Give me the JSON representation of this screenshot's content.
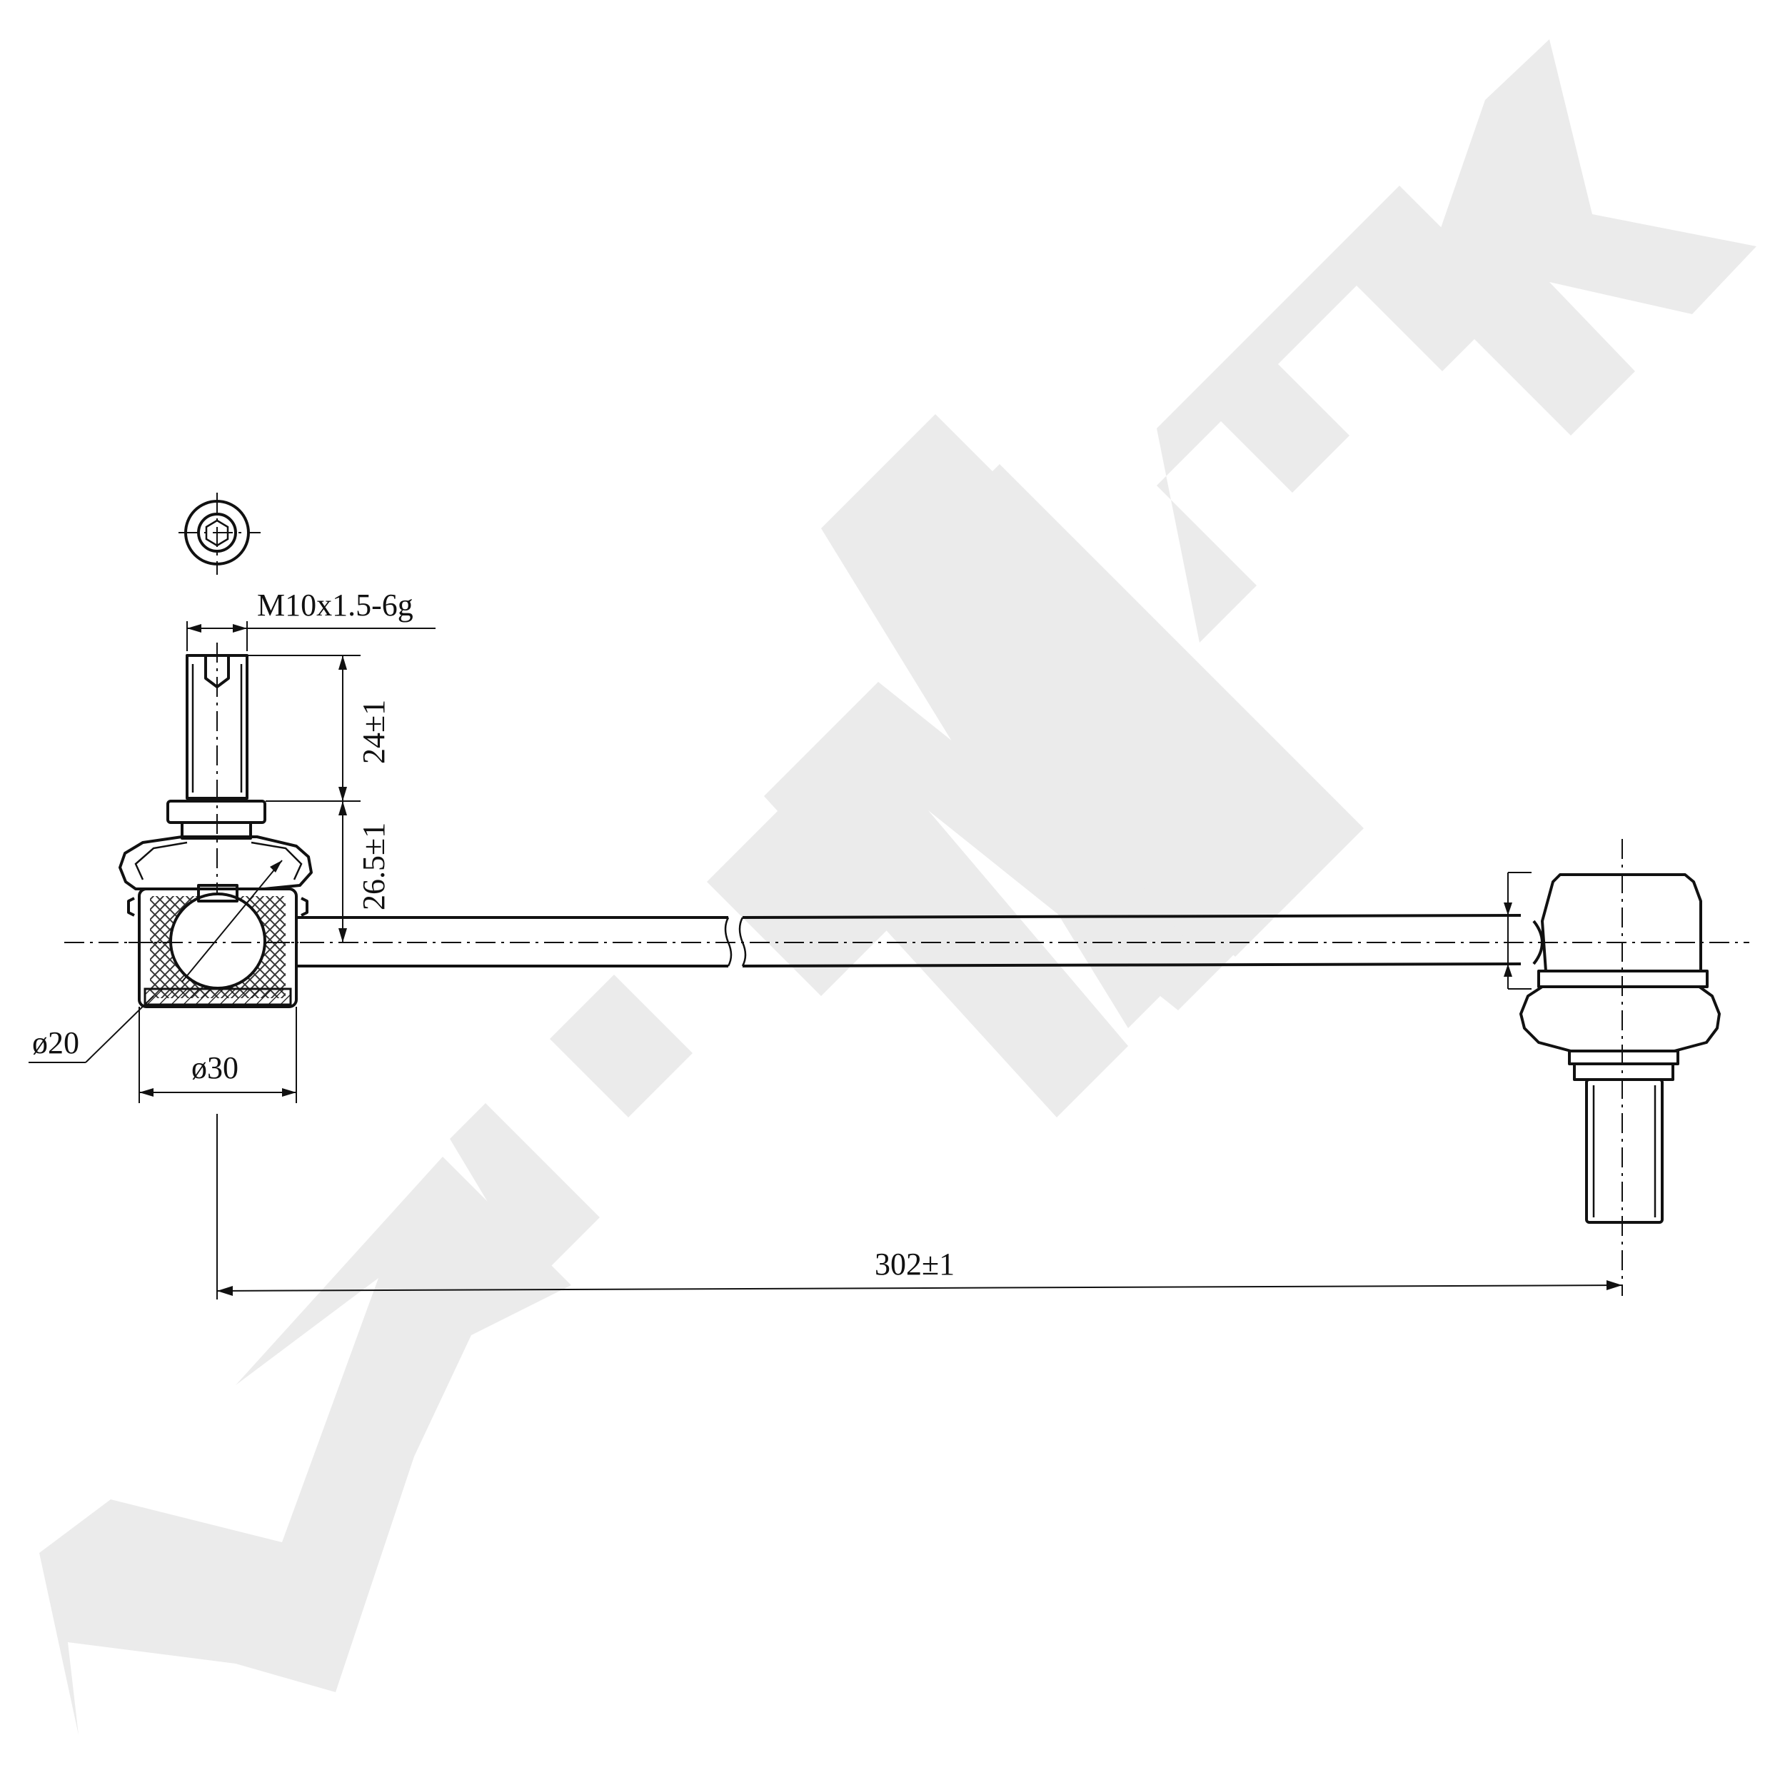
{
  "watermark": {
    "text": "ZENNEK",
    "color": "#ebebeb"
  },
  "dimensions": {
    "thread": "M10x1.5-6g",
    "stud_length": "24±1",
    "stud_height": "26.5±1",
    "ball_diameter": "ø20",
    "housing_diameter": "ø30",
    "overall_length": "302±1"
  },
  "colors": {
    "line": "#111111",
    "background": "#ffffff"
  }
}
